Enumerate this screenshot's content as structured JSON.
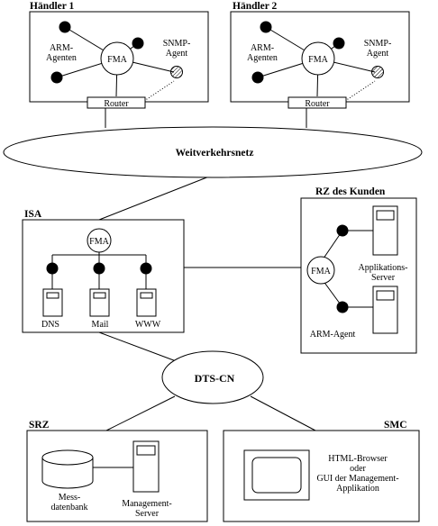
{
  "haendler1": {
    "title": "Händler 1",
    "arm_line1": "ARM-",
    "arm_line2": "Agenten",
    "fma": "FMA",
    "snmp_line1": "SNMP-",
    "snmp_line2": "Agent",
    "router": "Router"
  },
  "haendler2": {
    "title": "Händler 2",
    "arm_line1": "ARM-",
    "arm_line2": "Agenten",
    "fma": "FMA",
    "snmp_line1": "SNMP-",
    "snmp_line2": "Agent",
    "router": "Router"
  },
  "wan": {
    "label": "Weitverkehrsnetz"
  },
  "isa": {
    "title": "ISA",
    "fma": "FMA",
    "servers": [
      "DNS",
      "Mail",
      "WWW"
    ]
  },
  "rz": {
    "title": "RZ des Kunden",
    "fma": "FMA",
    "app_line1": "Applikations-",
    "app_line2": "Server",
    "arm_agent": "ARM-Agent"
  },
  "dtscn": {
    "label": "DTS-CN"
  },
  "srz": {
    "title": "SRZ",
    "db_line1": "Mess-",
    "db_line2": "datenbank",
    "mgmt_line1": "Management-",
    "mgmt_line2": "Server"
  },
  "smc": {
    "title": "SMC",
    "line1": "HTML-Browser",
    "line2": "oder",
    "line3": "GUI der Management-",
    "line4": "Applikation"
  }
}
